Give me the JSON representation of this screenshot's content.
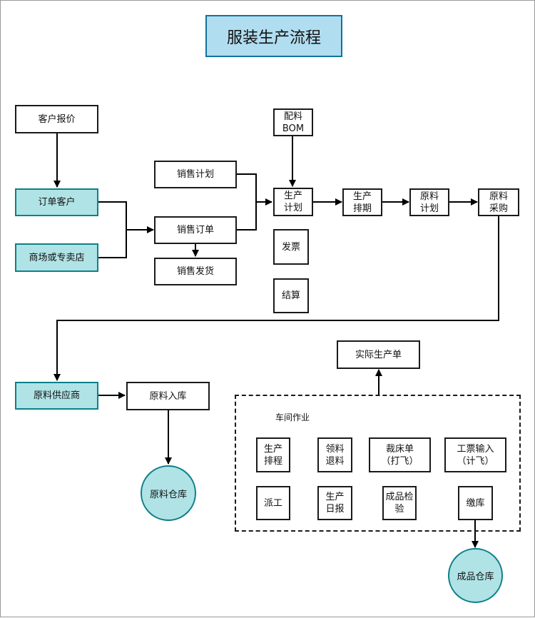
{
  "title": "服装生产流程",
  "nodes": {
    "customer_quote": "客户报价",
    "order_customer": "订单客户",
    "mall_store": "商场或专卖店",
    "sales_plan": "销售计划",
    "sales_order": "销售订单",
    "sales_shipping": "销售发货",
    "bom": "配料\nBOM",
    "production_plan": "生产\n计划",
    "invoice": "发票",
    "settlement": "结算",
    "production_schedule": "生产\n排期",
    "material_plan": "原料\n计划",
    "material_purchase": "原料\n采购",
    "material_supplier": "原料供应商",
    "material_inbound": "原料入库",
    "material_warehouse": "原料仓库",
    "actual_production_order": "实际生产单",
    "workshop_label": "车间作业",
    "ws_schedule": "生产\n排程",
    "ws_material": "领料\n退料",
    "ws_cutting": "裁床单\n（打飞）",
    "ws_ticket": "工票输入\n（计飞）",
    "ws_dispatch": "派工",
    "ws_daily_report": "生产\n日报",
    "ws_inspection": "成品检验",
    "ws_storage": "缴库",
    "finished_warehouse": "成品仓库"
  },
  "colors": {
    "title_fill": "#b1ddf0",
    "title_border": "#10739e",
    "teal_fill": "#b0e3e6",
    "teal_border": "#0e8088",
    "line": "#000000"
  }
}
